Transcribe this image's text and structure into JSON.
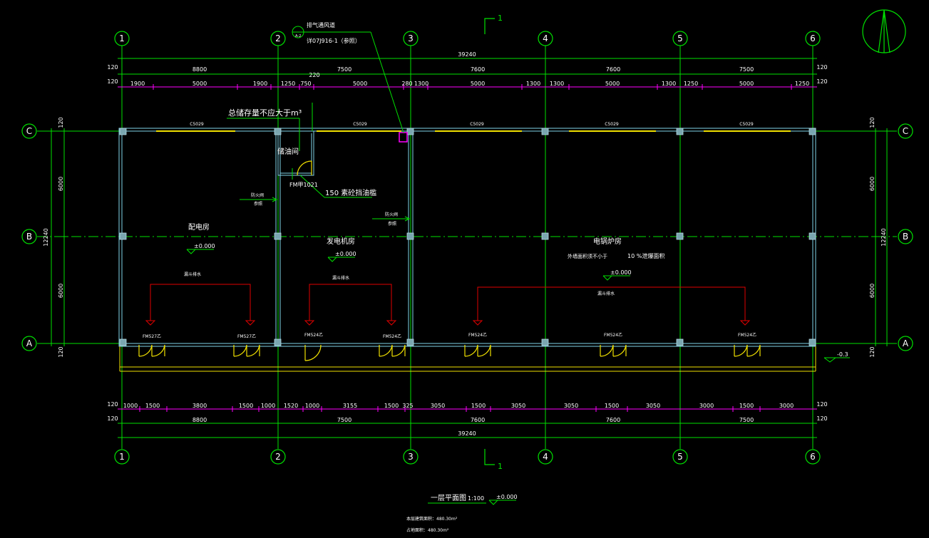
{
  "colors": {
    "background": "#000000",
    "axis": "#00e000",
    "dim_primary": "#ff00ff",
    "wall": "#7fd4e8",
    "window": "#f0e000",
    "door": "#f0e000",
    "text": "#ffffff",
    "drain": "#e00000",
    "column": "#7aa6b0"
  },
  "axes_vertical": [
    "1",
    "2",
    "3",
    "4",
    "5",
    "6"
  ],
  "axes_horizontal": [
    "C",
    "B",
    "A"
  ],
  "dims_top": {
    "total": "39240",
    "side": "120",
    "bays": [
      "8800",
      "7500",
      "7600",
      "7600",
      "7500"
    ],
    "detail": [
      "1900",
      "5000",
      "1900",
      "1250",
      "750",
      "5000",
      "280",
      "1300",
      "5000",
      "1300",
      "1300",
      "5000",
      "1300",
      "1250",
      "5000",
      "1250"
    ],
    "small": "220"
  },
  "dims_bottom": {
    "total": "39240",
    "side": "120",
    "bays": [
      "8800",
      "7500",
      "7600",
      "7600",
      "7500"
    ],
    "detail": [
      "1000",
      "1500",
      "3800",
      "1500",
      "1000",
      "1520",
      "1000",
      "3155",
      "1500",
      "325",
      "3050",
      "1500",
      "3050",
      "3050",
      "1500",
      "3050",
      "3000",
      "1500",
      "3000"
    ]
  },
  "dims_side": {
    "total": "12240",
    "upper": "6000",
    "lower": "6000",
    "cap": "120"
  },
  "windows": [
    "C5029",
    "C5029",
    "C5029",
    "C5029",
    "C5029"
  ],
  "doors": [
    "FM527乙",
    "FM527乙",
    "FM524乙",
    "FM524乙",
    "FM524乙",
    "FM524乙",
    "FM524乙"
  ],
  "rooms": {
    "r1": "配电房",
    "r2": "发电机房",
    "r3": "电锅炉房",
    "oil": "储油间"
  },
  "levels": {
    "r1": "±0.000",
    "r2": "±0.000",
    "r3": "±0.000",
    "outside": "-0.3",
    "title": "±0.000"
  },
  "annotations": {
    "exhaust_title": "排气通风道",
    "exhaust_ref": "详07J916-1（参照）",
    "exhaust_mark": "A-2",
    "oil_limit": "总储存量不应大于m³",
    "oil_door": "FM甲1021",
    "oil_sill": "150   素砼挡油槛",
    "fire_valve_1a": "防火阀",
    "fire_valve_1b": "参照",
    "fire_valve_2a": "防火阀",
    "fire_valve_2b": "参照",
    "boiler_note": "外墙面积须不小于",
    "boiler_pct": "10 %泄爆面积",
    "drain_1": "漏斗排水",
    "drain_2": "漏斗排水",
    "drain_3": "漏斗排水",
    "section": "1"
  },
  "title": {
    "name": "一层平面图",
    "scale": "1:100"
  },
  "area_notes": {
    "building": "本层建筑面积：480.30m²",
    "land": "占地面积：480.30m²"
  }
}
